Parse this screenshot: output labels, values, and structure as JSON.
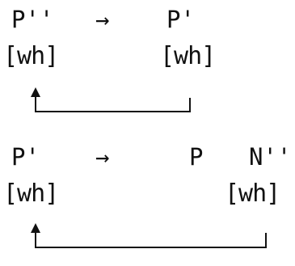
{
  "rule1": {
    "left_category": "P''",
    "arrow": "→",
    "right_category": "P'",
    "left_feature": "[wh]",
    "right_feature": "[wh]"
  },
  "rule2": {
    "left_category": "P'",
    "arrow": "→",
    "middle_category": "P",
    "right_category": "N''",
    "left_feature": "[wh]",
    "right_feature": "[wh]"
  },
  "colors": {
    "ink": "#111111",
    "paper": "#ffffff"
  }
}
